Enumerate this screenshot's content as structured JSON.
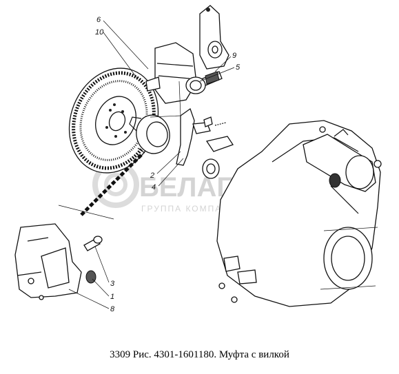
{
  "caption": "3309 Рис. 4301-1601180. Муфта с вилкой",
  "watermark": {
    "brand": "БЕЛАГРО",
    "subtitle": "ГРУППА КОМПАНИЙ"
  },
  "callouts": [
    "6",
    "10",
    "9",
    "5",
    "2",
    "4",
    "3",
    "1",
    "8"
  ]
}
